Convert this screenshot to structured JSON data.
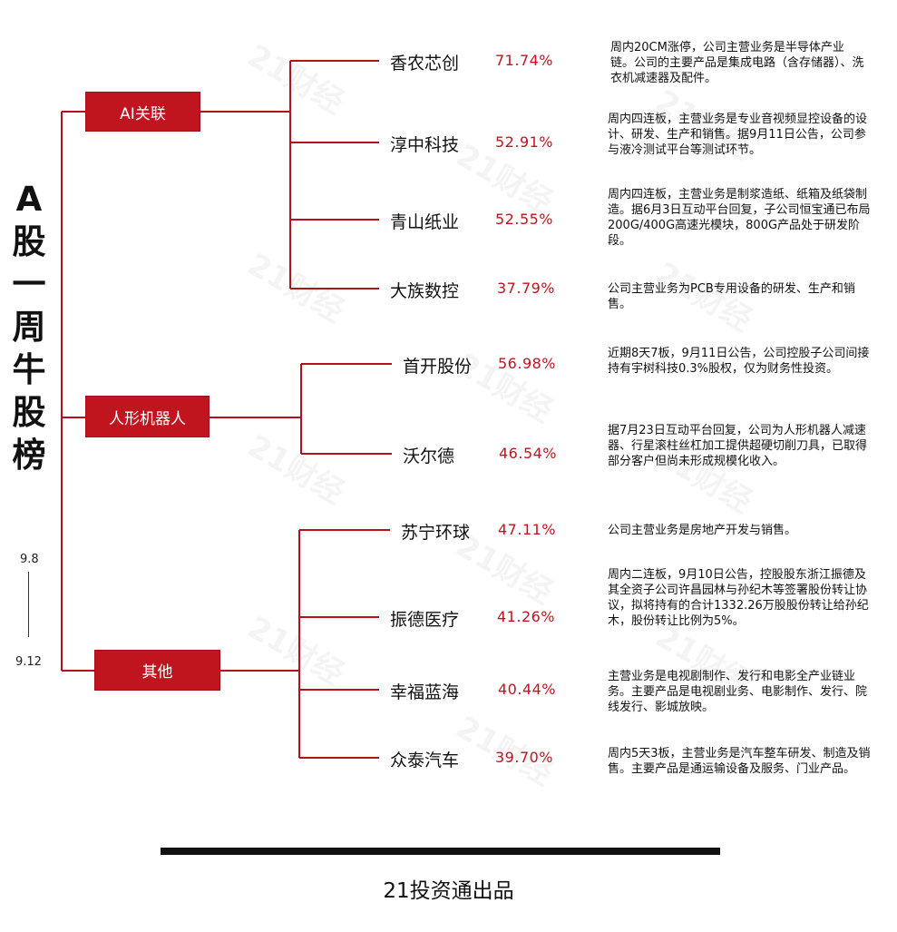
{
  "title": "A股一周牛股榜",
  "date_start": "9.8",
  "date_end": "9.12",
  "watermark": "21财经",
  "accent_color": "#c0141e",
  "categories": [
    {
      "label": "AI关联",
      "stocks": [
        {
          "name": "香农芯创",
          "pct": "71.74%",
          "desc": "周内20CM涨停，公司主营业务是半导体产业链。公司的主要产品是集成电路（含存储器）、洗衣机减速器及配件。"
        },
        {
          "name": "淳中科技",
          "pct": "52.91%",
          "desc": "周内四连板，主营业务是专业音视频显控设备的设计、研发、生产和销售。据9月11日公告，公司参与液冷测试平台等测试环节。"
        },
        {
          "name": "青山纸业",
          "pct": "52.55%",
          "desc": "周内四连板，主营业务是制浆造纸、纸箱及纸袋制造。据6月3日互动平台回复，子公司恒宝通已布局200G/400G高速光模块，800G产品处于研发阶段。"
        },
        {
          "name": "大族数控",
          "pct": "37.79%",
          "desc": "公司主营业务为PCB专用设备的研发、生产和销售。"
        }
      ]
    },
    {
      "label": "人形机器人",
      "stocks": [
        {
          "name": "首开股份",
          "pct": "56.98%",
          "desc": "近期8天7板，9月11日公告，公司控股子公司间接持有宇树科技0.3%股权，仅为财务性投资。"
        },
        {
          "name": "沃尔德",
          "pct": "46.54%",
          "desc": "据7月23日互动平台回复，公司为人形机器人减速器、行星滚柱丝杠加工提供超硬切削刀具，已取得部分客户但尚未形成规模化收入。"
        }
      ]
    },
    {
      "label": "其他",
      "stocks": [
        {
          "name": "苏宁环球",
          "pct": "47.11%",
          "desc": "公司主营业务是房地产开发与销售。"
        },
        {
          "name": "振德医疗",
          "pct": "41.26%",
          "desc": "周内二连板，9月10日公告，控股股东浙江振德及其全资子公司许昌园林与孙纪木等签署股份转让协议，拟将持有的合计1332.26万股股份转让给孙纪木，股份转让比例为5%。"
        },
        {
          "name": "幸福蓝海",
          "pct": "40.44%",
          "desc": "主营业务是电视剧制作、发行和电影全产业链业务。主要产品是电视剧业务、电影制作、发行、院线发行、影城放映。"
        },
        {
          "name": "众泰汽车",
          "pct": "39.70%",
          "desc": "周内5天3板，主营业务是汽车整车研发、制造及销售。主要产品是通运输设备及服务、门业产品。"
        }
      ]
    }
  ],
  "footer": "21投资通出品"
}
